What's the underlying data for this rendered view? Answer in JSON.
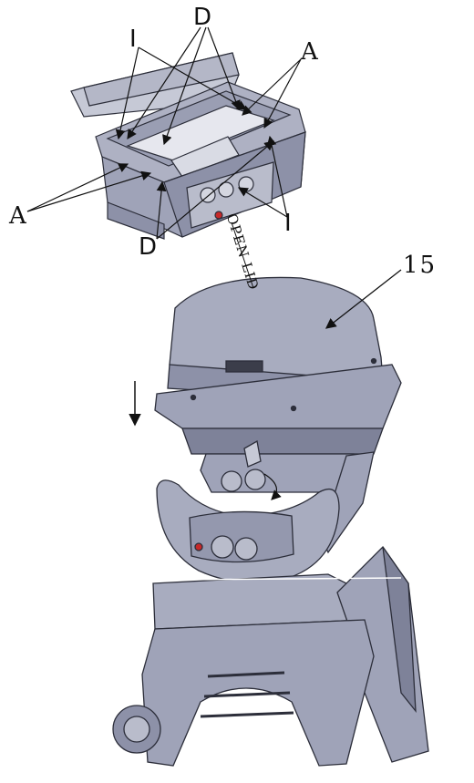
{
  "labels": {
    "d_top": "D",
    "i_top": "I",
    "a_right": "A",
    "a_left": "A",
    "i_right": "I",
    "d_bottom": "D",
    "part_number": "15",
    "open_lid": "OPEN LID"
  },
  "colors": {
    "body": "#9fa3b8",
    "body_dark": "#7e8299",
    "body_light": "#c6c9d6",
    "outline": "#2c2e3a",
    "knob": "#b9bccb",
    "ignition": "#c62828",
    "arrow": "#111111"
  }
}
